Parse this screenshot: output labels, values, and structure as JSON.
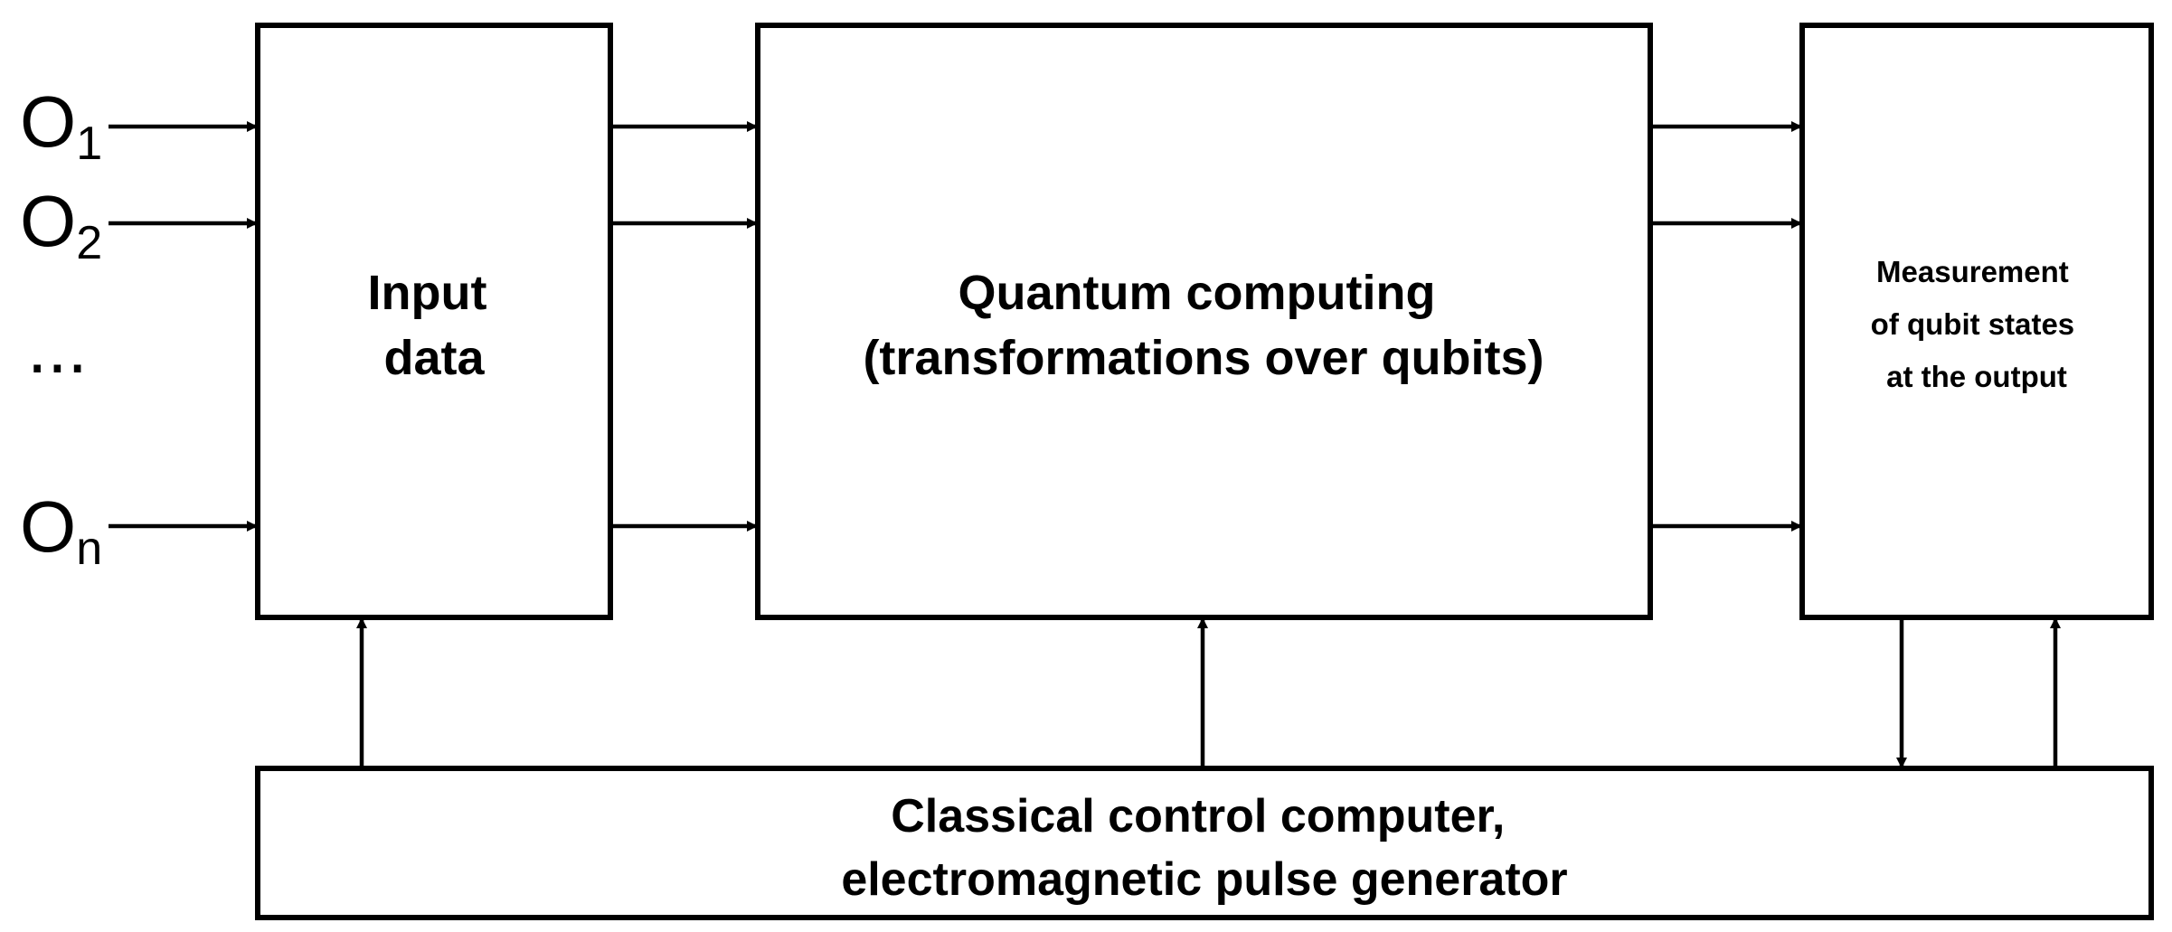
{
  "inputs": [
    {
      "main": "O",
      "sub": "1"
    },
    {
      "main": "O",
      "sub": "2"
    },
    {
      "main": "O",
      "sub": "n"
    }
  ],
  "ellipsis": "...",
  "blocks": {
    "input_data": [
      "Input",
      "data"
    ],
    "quantum_computing": [
      "Quantum computing",
      "(transformations over qubits)"
    ],
    "measurement": [
      "Measurement",
      "of qubit states",
      "at the output"
    ],
    "classical_control": [
      "Classical control computer,",
      "electromagnetic pulse generator"
    ]
  }
}
